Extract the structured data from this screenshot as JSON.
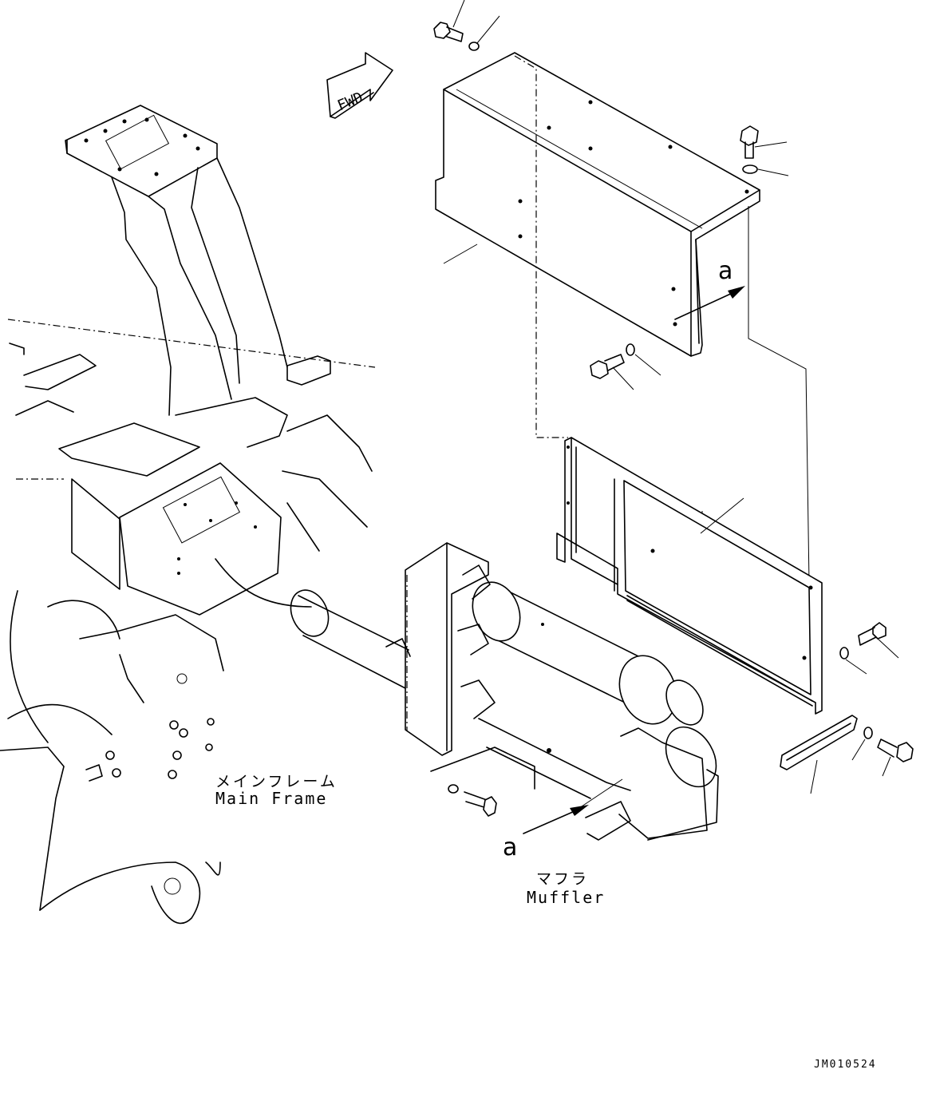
{
  "labels": {
    "fwd": "FWD",
    "main_frame_jp": "メインフレーム",
    "main_frame_en": "Main Frame",
    "muffler_jp": "マフラ",
    "muffler_en": "Muffler",
    "view_ref_upper": "a",
    "view_ref_lower": "a",
    "drawing_code": "JM010524"
  }
}
